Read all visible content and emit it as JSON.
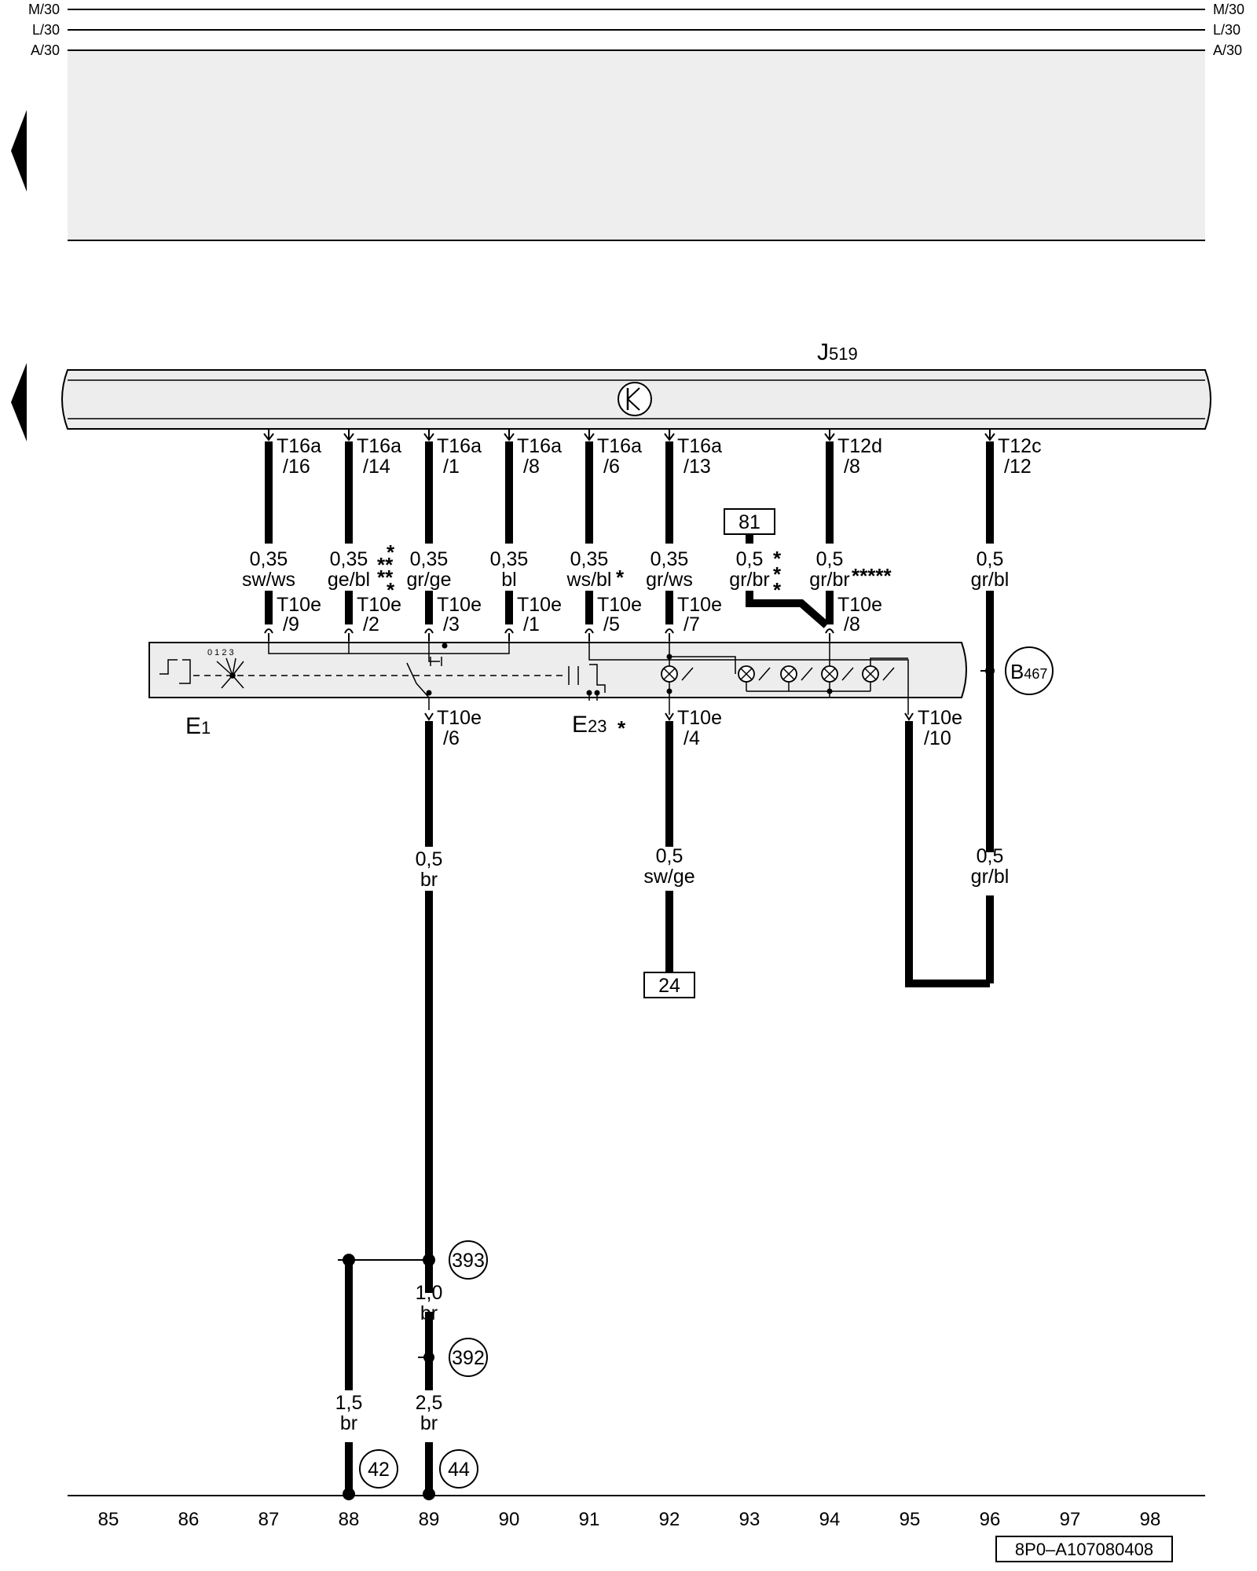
{
  "rails": {
    "m": "M/30",
    "l": "L/30",
    "a": "A/30"
  },
  "module": {
    "main": "J",
    "sub": "519"
  },
  "connectors": {
    "t16a_16": {
      "a": "T16a",
      "b": "/16"
    },
    "t16a_14": {
      "a": "T16a",
      "b": "/14"
    },
    "t16a_1": {
      "a": "T16a",
      "b": "/1"
    },
    "t16a_8": {
      "a": "T16a",
      "b": "/8"
    },
    "t16a_6": {
      "a": "T16a",
      "b": "/6"
    },
    "t16a_13": {
      "a": "T16a",
      "b": "/13"
    },
    "t12d_8": {
      "a": "T12d",
      "b": "/8"
    },
    "t12c_12": {
      "a": "T12c",
      "b": "/12"
    },
    "t10e_9": {
      "a": "T10e",
      "b": "/9"
    },
    "t10e_2": {
      "a": "T10e",
      "b": "/2"
    },
    "t10e_3": {
      "a": "T10e",
      "b": "/3"
    },
    "t10e_1": {
      "a": "T10e",
      "b": "/1"
    },
    "t10e_5": {
      "a": "T10e",
      "b": "/5"
    },
    "t10e_7": {
      "a": "T10e",
      "b": "/7"
    },
    "t10e_8": {
      "a": "T10e",
      "b": "/8"
    },
    "t10e_6": {
      "a": "T10e",
      "b": "/6"
    },
    "t10e_4": {
      "a": "T10e",
      "b": "/4"
    },
    "t10e_10": {
      "a": "T10e",
      "b": "/10"
    }
  },
  "wires": {
    "w1": {
      "size": "0,35",
      "color": "sw/ws"
    },
    "w2": {
      "size": "0,35",
      "color": "ge/bl"
    },
    "w3": {
      "size": "0,35",
      "color": "gr/ge"
    },
    "w4": {
      "size": "0,35",
      "color": "bl"
    },
    "w5": {
      "size": "0,35",
      "color": "ws/bl"
    },
    "w6": {
      "size": "0,35",
      "color": "gr/ws"
    },
    "w7": {
      "size": "0,5",
      "color": "gr/br"
    },
    "w8": {
      "size": "0,5",
      "color": "gr/br"
    },
    "w9": {
      "size": "0,5",
      "color": "gr/bl"
    },
    "w10": {
      "size": "0,5",
      "color": "br"
    },
    "w11": {
      "size": "0,5",
      "color": "sw/ge"
    },
    "w12": {
      "size": "0,5",
      "color": "gr/bl"
    },
    "w13": {
      "size": "1,0",
      "color": "br"
    },
    "w14": {
      "size": "1,5",
      "color": "br"
    },
    "w15": {
      "size": "2,5",
      "color": "br"
    }
  },
  "stars": {
    "five": "*****",
    "one": "*",
    "two": "**"
  },
  "refs": {
    "r81": "81",
    "r24": "24"
  },
  "switch_positions": "0 1 2 3",
  "components": {
    "e1": {
      "main": "E",
      "sub": "1"
    },
    "e23": {
      "main": "E",
      "sub": "23"
    },
    "b467": {
      "main": "B",
      "sub": "467"
    }
  },
  "grounds": {
    "g393": "393",
    "g392": "392",
    "g42": "42",
    "g44": "44"
  },
  "columns": [
    "85",
    "86",
    "87",
    "88",
    "89",
    "90",
    "91",
    "92",
    "93",
    "94",
    "95",
    "96",
    "97",
    "98"
  ],
  "code": "8P0–A107080408"
}
